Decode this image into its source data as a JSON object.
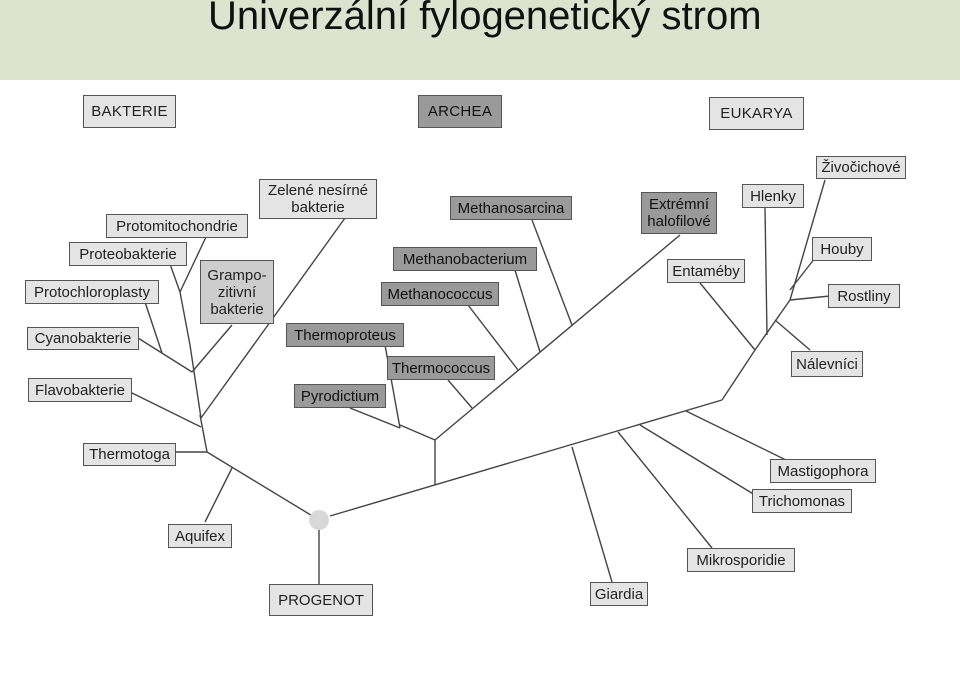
{
  "title": "Univerzální fylogenetický strom",
  "domains": {
    "bacteria": "BAKTERIE",
    "archaea": "ARCHEA",
    "eukarya": "EUKARYA"
  },
  "root": "PROGENOT",
  "bacteria": {
    "zelene": "Zelené nesírné\nbakterie",
    "protomitochondrie": "Protomitochondrie",
    "proteobakterie": "Proteobakterie",
    "grampozitivni": "Grampo-\nzitivní\nbakterie",
    "protochloroplasty": "Protochloroplasty",
    "cyanobakterie": "Cyanobakterie",
    "flavobakterie": "Flavobakterie",
    "thermotoga": "Thermotoga",
    "aquifex": "Aquifex"
  },
  "archaea": {
    "methanosarcina": "Methanosarcina",
    "extremni": "Extrémní\nhalofilové",
    "methanobacterium": "Methanobacterium",
    "methanococcus": "Methanococcus",
    "thermoproteus": "Thermoproteus",
    "thermococcus": "Thermococcus",
    "pyrodictium": "Pyrodictium"
  },
  "eukarya": {
    "zivocichove": "Živočichové",
    "hlenky": "Hlenky",
    "houby": "Houby",
    "entameby": "Entaméby",
    "rostliny": "Rostliny",
    "nalevnici": "Nálevníci",
    "mastigophora": "Mastigophora",
    "trichomonas": "Trichomonas",
    "mikrosporidie": "Mikrosporidie",
    "giardia": "Giardia"
  }
}
